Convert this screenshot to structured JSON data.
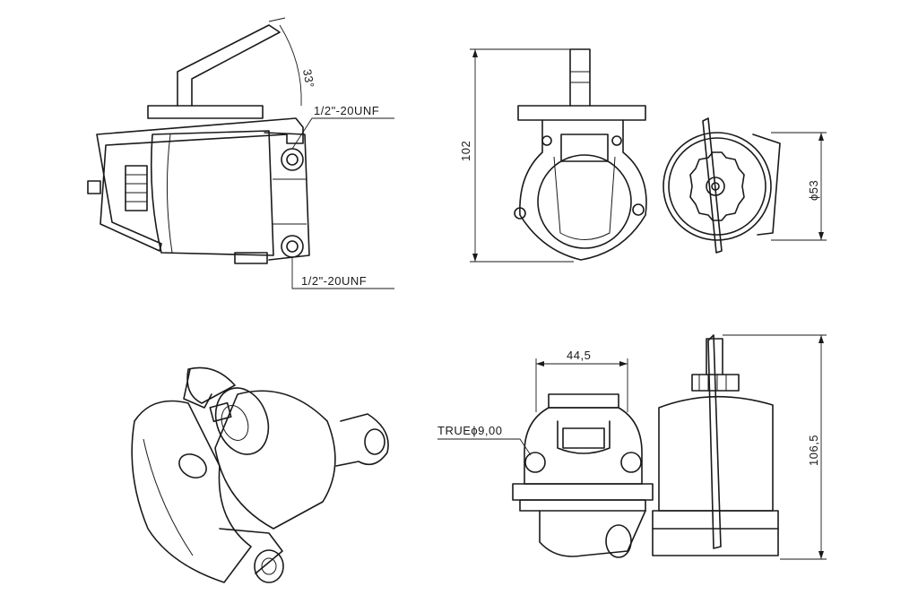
{
  "colors": {
    "line": "#1a1a1a",
    "background": "#ffffff"
  },
  "views": {
    "top_left": {
      "angle_label": "33°",
      "port_label_upper": "1/2\"-20UNF",
      "port_label_lower": "1/2\"-20UNF"
    },
    "top_right": {
      "height_label": "102",
      "diameter_label": "ϕ53"
    },
    "bottom_left": {},
    "bottom_right": {
      "width_label": "44,5",
      "hole_label": "TRUEϕ9,00",
      "height_label": "106,5"
    }
  }
}
